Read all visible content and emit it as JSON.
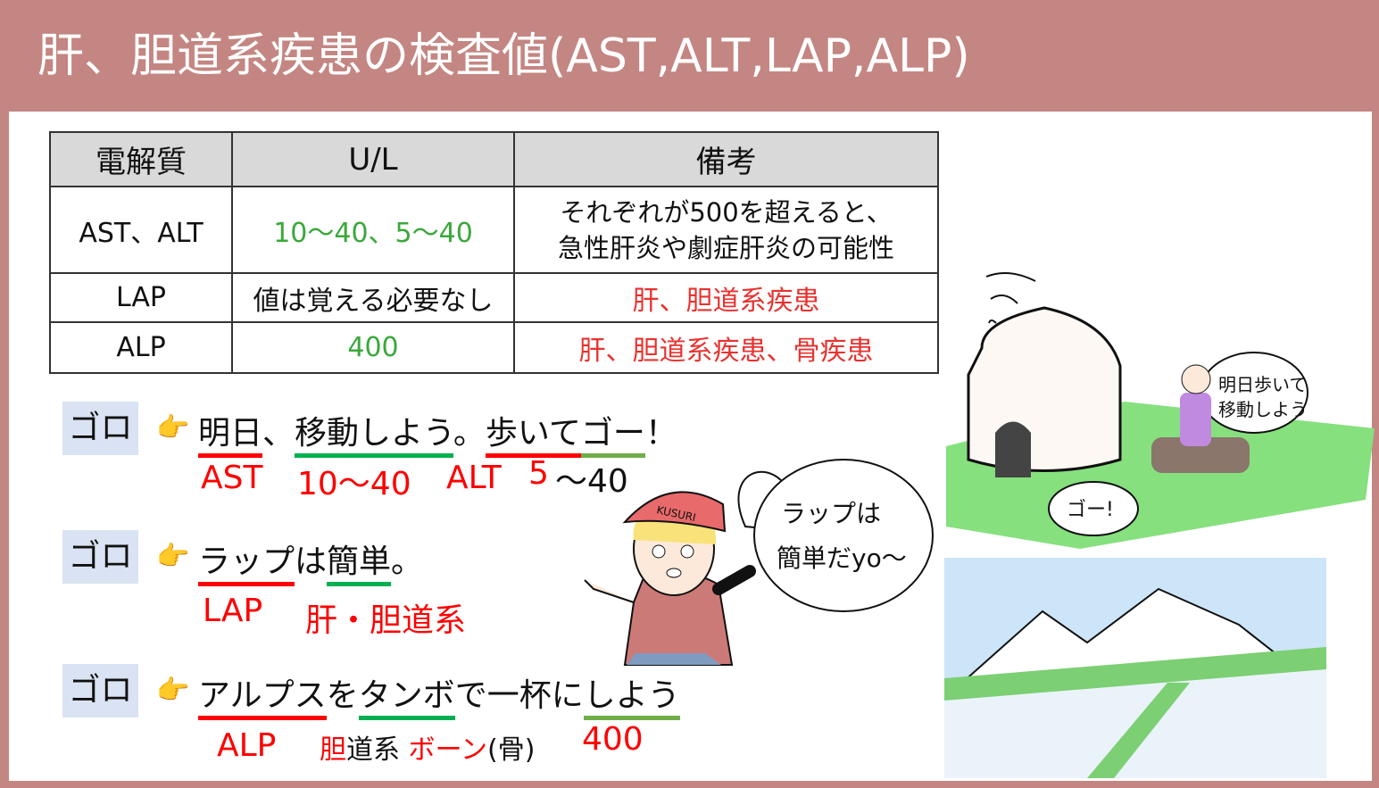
{
  "title": "肝、胆道系疾患の検査値(AST,ALT,LAP,ALP)",
  "table": {
    "headers": [
      "電解質",
      "U/L",
      "備考"
    ],
    "rows": [
      {
        "name": "AST、ALT",
        "value": "10～40、5～40",
        "note1": "それぞれが500を超えると、",
        "note2": "急性肝炎や劇症肝炎の可能性"
      },
      {
        "name": "LAP",
        "value": "値は覚える必要なし",
        "note1": "肝、胆道系疾患"
      },
      {
        "name": "ALP",
        "value": "400",
        "note1": "肝、胆道系疾患、骨疾患"
      }
    ]
  },
  "goro_label": "ゴロ",
  "pointer_icon": "backhand-index-pointing-right",
  "mnemonics": [
    {
      "segments": [
        "明日",
        "、",
        "移動",
        "しよう",
        "。",
        "歩いて",
        "ゴー",
        "！"
      ],
      "subs": [
        "AST",
        "10～40",
        "ALT",
        "5",
        "～40"
      ]
    },
    {
      "segments": [
        "ラップ",
        "は",
        "簡単",
        "。"
      ],
      "subs": [
        "LAP",
        "肝・胆道系"
      ]
    },
    {
      "segments": [
        "アルプス",
        "を",
        "タン",
        "ボ",
        "で一杯に",
        "しよう"
      ],
      "subs": [
        "ALP",
        "胆",
        "道系",
        "ボーン",
        "(骨)",
        "400"
      ]
    }
  ],
  "illustrations": {
    "cap_text": "KUSURI",
    "bubble_boy": [
      "ラップは",
      "簡単だyo～"
    ],
    "bubble_rider": [
      "明日歩いて",
      "移動しよう"
    ],
    "bubble_horse": "ゴー!"
  },
  "colors": {
    "header_bar": "#c48682",
    "red": "#ff0000",
    "green": "#00b050",
    "lightgreen": "#70ad47",
    "goro_bg": "#dae3f3"
  }
}
